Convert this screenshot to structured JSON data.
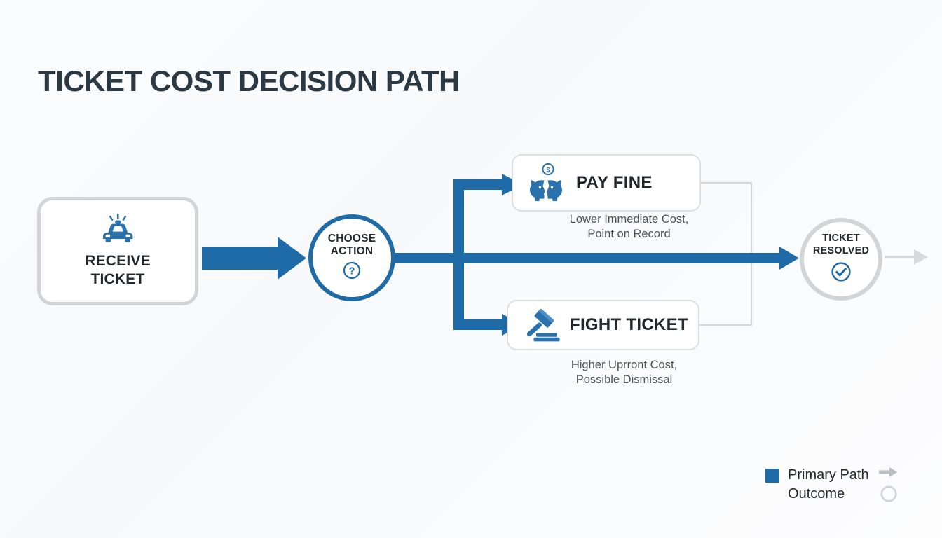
{
  "title": "TICKET COST DECISION PATH",
  "colors": {
    "primary_blue": "#1f6ba8",
    "node_gray": "#d2d5d8",
    "box_border": "#dcdfe2",
    "text_dark": "#23282d",
    "title_color": "#2b3945",
    "caption_gray": "#4a5257",
    "background": "#f9fbfc"
  },
  "flow": {
    "start": {
      "label": "RECEIVE\nTICKET",
      "line1": "RECEIVE",
      "line2": "TICKET",
      "icon": "police-car-icon"
    },
    "decision": {
      "line1": "CHOOSE",
      "line2": "ACTION",
      "icon": "question-mark-circle-icon"
    },
    "options": [
      {
        "id": "pay-fine",
        "label": "PAY FINE",
        "icon": "piggy-bank-icon",
        "caption_line1": "Lower Immediate Cost,",
        "caption_line2": "Point on Record"
      },
      {
        "id": "fight-ticket",
        "label": "FIGHT TICKET",
        "icon": "gavel-icon",
        "caption_line1": "Higher Uprront Cost,",
        "caption_line2": "Possible Dismissal"
      }
    ],
    "end": {
      "line1": "TICKET",
      "line2": "RESOLVED",
      "icon": "check-circle-icon"
    }
  },
  "legend": {
    "primary_path_label": "Primary Path",
    "outcome_label": "Outcome",
    "swatch_color": "#1f6ba8",
    "arrow_icon": "arrow-right-icon",
    "circle_icon": "circle-outline-icon"
  }
}
